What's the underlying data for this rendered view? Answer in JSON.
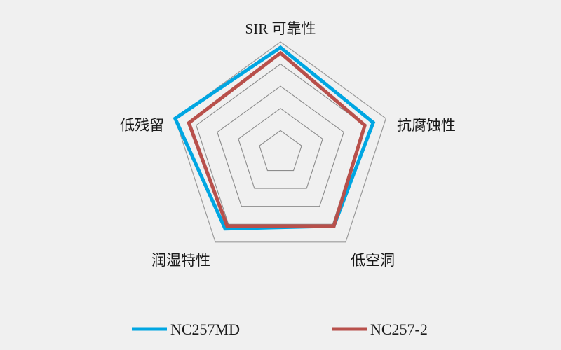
{
  "background_color": "#f0f0f0",
  "chart_data": {
    "type": "radar",
    "title": "",
    "categories": [
      "SIR 可靠性",
      "抗腐蚀性",
      "低空洞",
      "润湿特性",
      "低残留"
    ],
    "series": [
      {
        "name": "NC257MD",
        "color": "#00a6e2",
        "values": [
          4.75,
          4.4,
          4.1,
          4.25,
          5.0
        ]
      },
      {
        "name": "NC257-2",
        "color": "#b8504b",
        "values": [
          4.5,
          4.0,
          4.1,
          4.1,
          4.35
        ]
      }
    ],
    "rings": 5,
    "rlim": [
      0,
      5
    ],
    "grid": true,
    "grid_color": "#8c8c8c",
    "legend_position": "bottom",
    "tick_labels": []
  },
  "axis_labels": {
    "top": "SIR 可靠性",
    "right": "抗腐蚀性",
    "bottom_right": "低空洞",
    "bottom_left": "润湿特性",
    "left": "低残留"
  },
  "legend": {
    "items": [
      {
        "label": "NC257MD",
        "color": "#00a6e2"
      },
      {
        "label": "NC257-2",
        "color": "#b8504b"
      }
    ]
  }
}
